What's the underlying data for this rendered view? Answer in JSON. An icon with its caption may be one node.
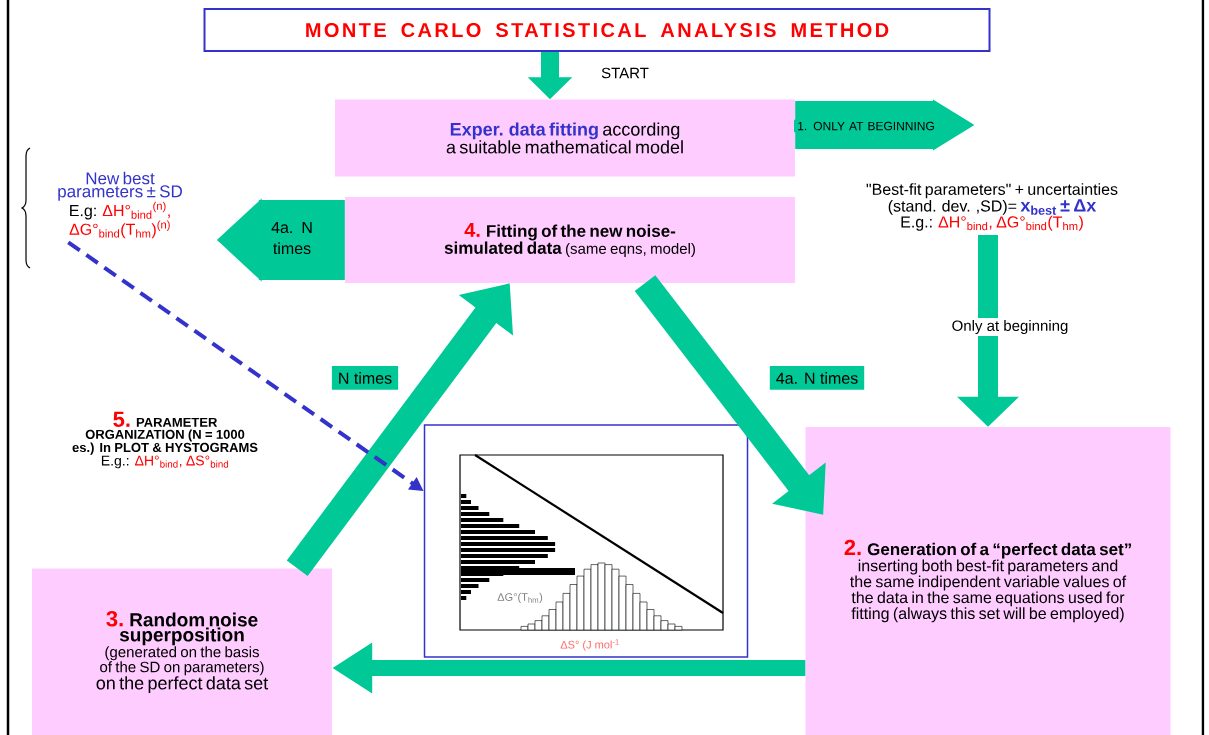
{
  "diagram": {
    "nodes": [
      {
        "text": [
          "MONTE CARLO STATISTICAL ANALYSIS METHOD"
        ]
      },
      {
        "text": [
          "Exper. data fitting",
          "according a suitable mathematical model"
        ]
      },
      {
        "text": [
          "\"Best-fit parameters\" + uncertainties (stand. dev. ,SD)=",
          "x$_{best}$ ± Δx",
          "E.g.:",
          "ΔH°$_{bind}$, ΔG°$_{bind}$(T$_{hm}$)"
        ]
      },
      {
        "text": [
          "4.",
          "Fitting of the new noise-simulated data",
          "(same eqns, model)"
        ]
      },
      {
        "text": [
          "New best parameters ± SD",
          "E.g:",
          "ΔH°$_{bind}$$^{(n)}$, ΔG°$_{bind}$(T$_{hm}$)$^{(n)}$"
        ]
      },
      {
        "text": [
          "ΔG°(T$_{hm}$)",
          "ΔS° (J mol$^{-1}$"
        ]
      },
      {
        "text": [
          "2.",
          "Generation of a “perfect data set”",
          "inserting both best-fit parameters and the same indipendent variable values of the data in the same equations used for fitting (always this set will be employed)"
        ]
      },
      {
        "text": [
          "3.",
          "Random noise superposition",
          "(generated on the basis of the SD on parameters)",
          "on the perfect data set"
        ]
      }
    ],
    "edges": [
      {
        "from": 0,
        "to": 1,
        "arrow": "to",
        "label": "START"
      },
      {
        "from": 1,
        "to": 2,
        "arrow": "to",
        "label": "1. ONLY AT BEGINNING",
        "style": "thick"
      },
      {
        "from": 2,
        "to": 6,
        "arrow": "to",
        "label": "Only at beginning"
      },
      {
        "from": 6,
        "to": 7,
        "arrow": "to"
      },
      {
        "from": 7,
        "to": 3,
        "arrow": "to",
        "label": "N times"
      },
      {
        "from": 3,
        "to": 6,
        "arrow": "to",
        "label": "4a. N times"
      },
      {
        "from": 3,
        "to": 4,
        "arrow": "to",
        "label": "4a. N times",
        "style": "thick"
      },
      {
        "from": 4,
        "to": 5,
        "arrow": "to",
        "style": "dashed",
        "color": "#3333cc"
      }
    ],
    "labels": [
      "5.",
      "PARAMETER ORGANIZATION (N = 1000 es.) In PLOT & HYSTOGRAMS",
      "E.g.:",
      "ΔH°$_{bind}$, ΔS°$_{bind}$"
    ]
  }
}
